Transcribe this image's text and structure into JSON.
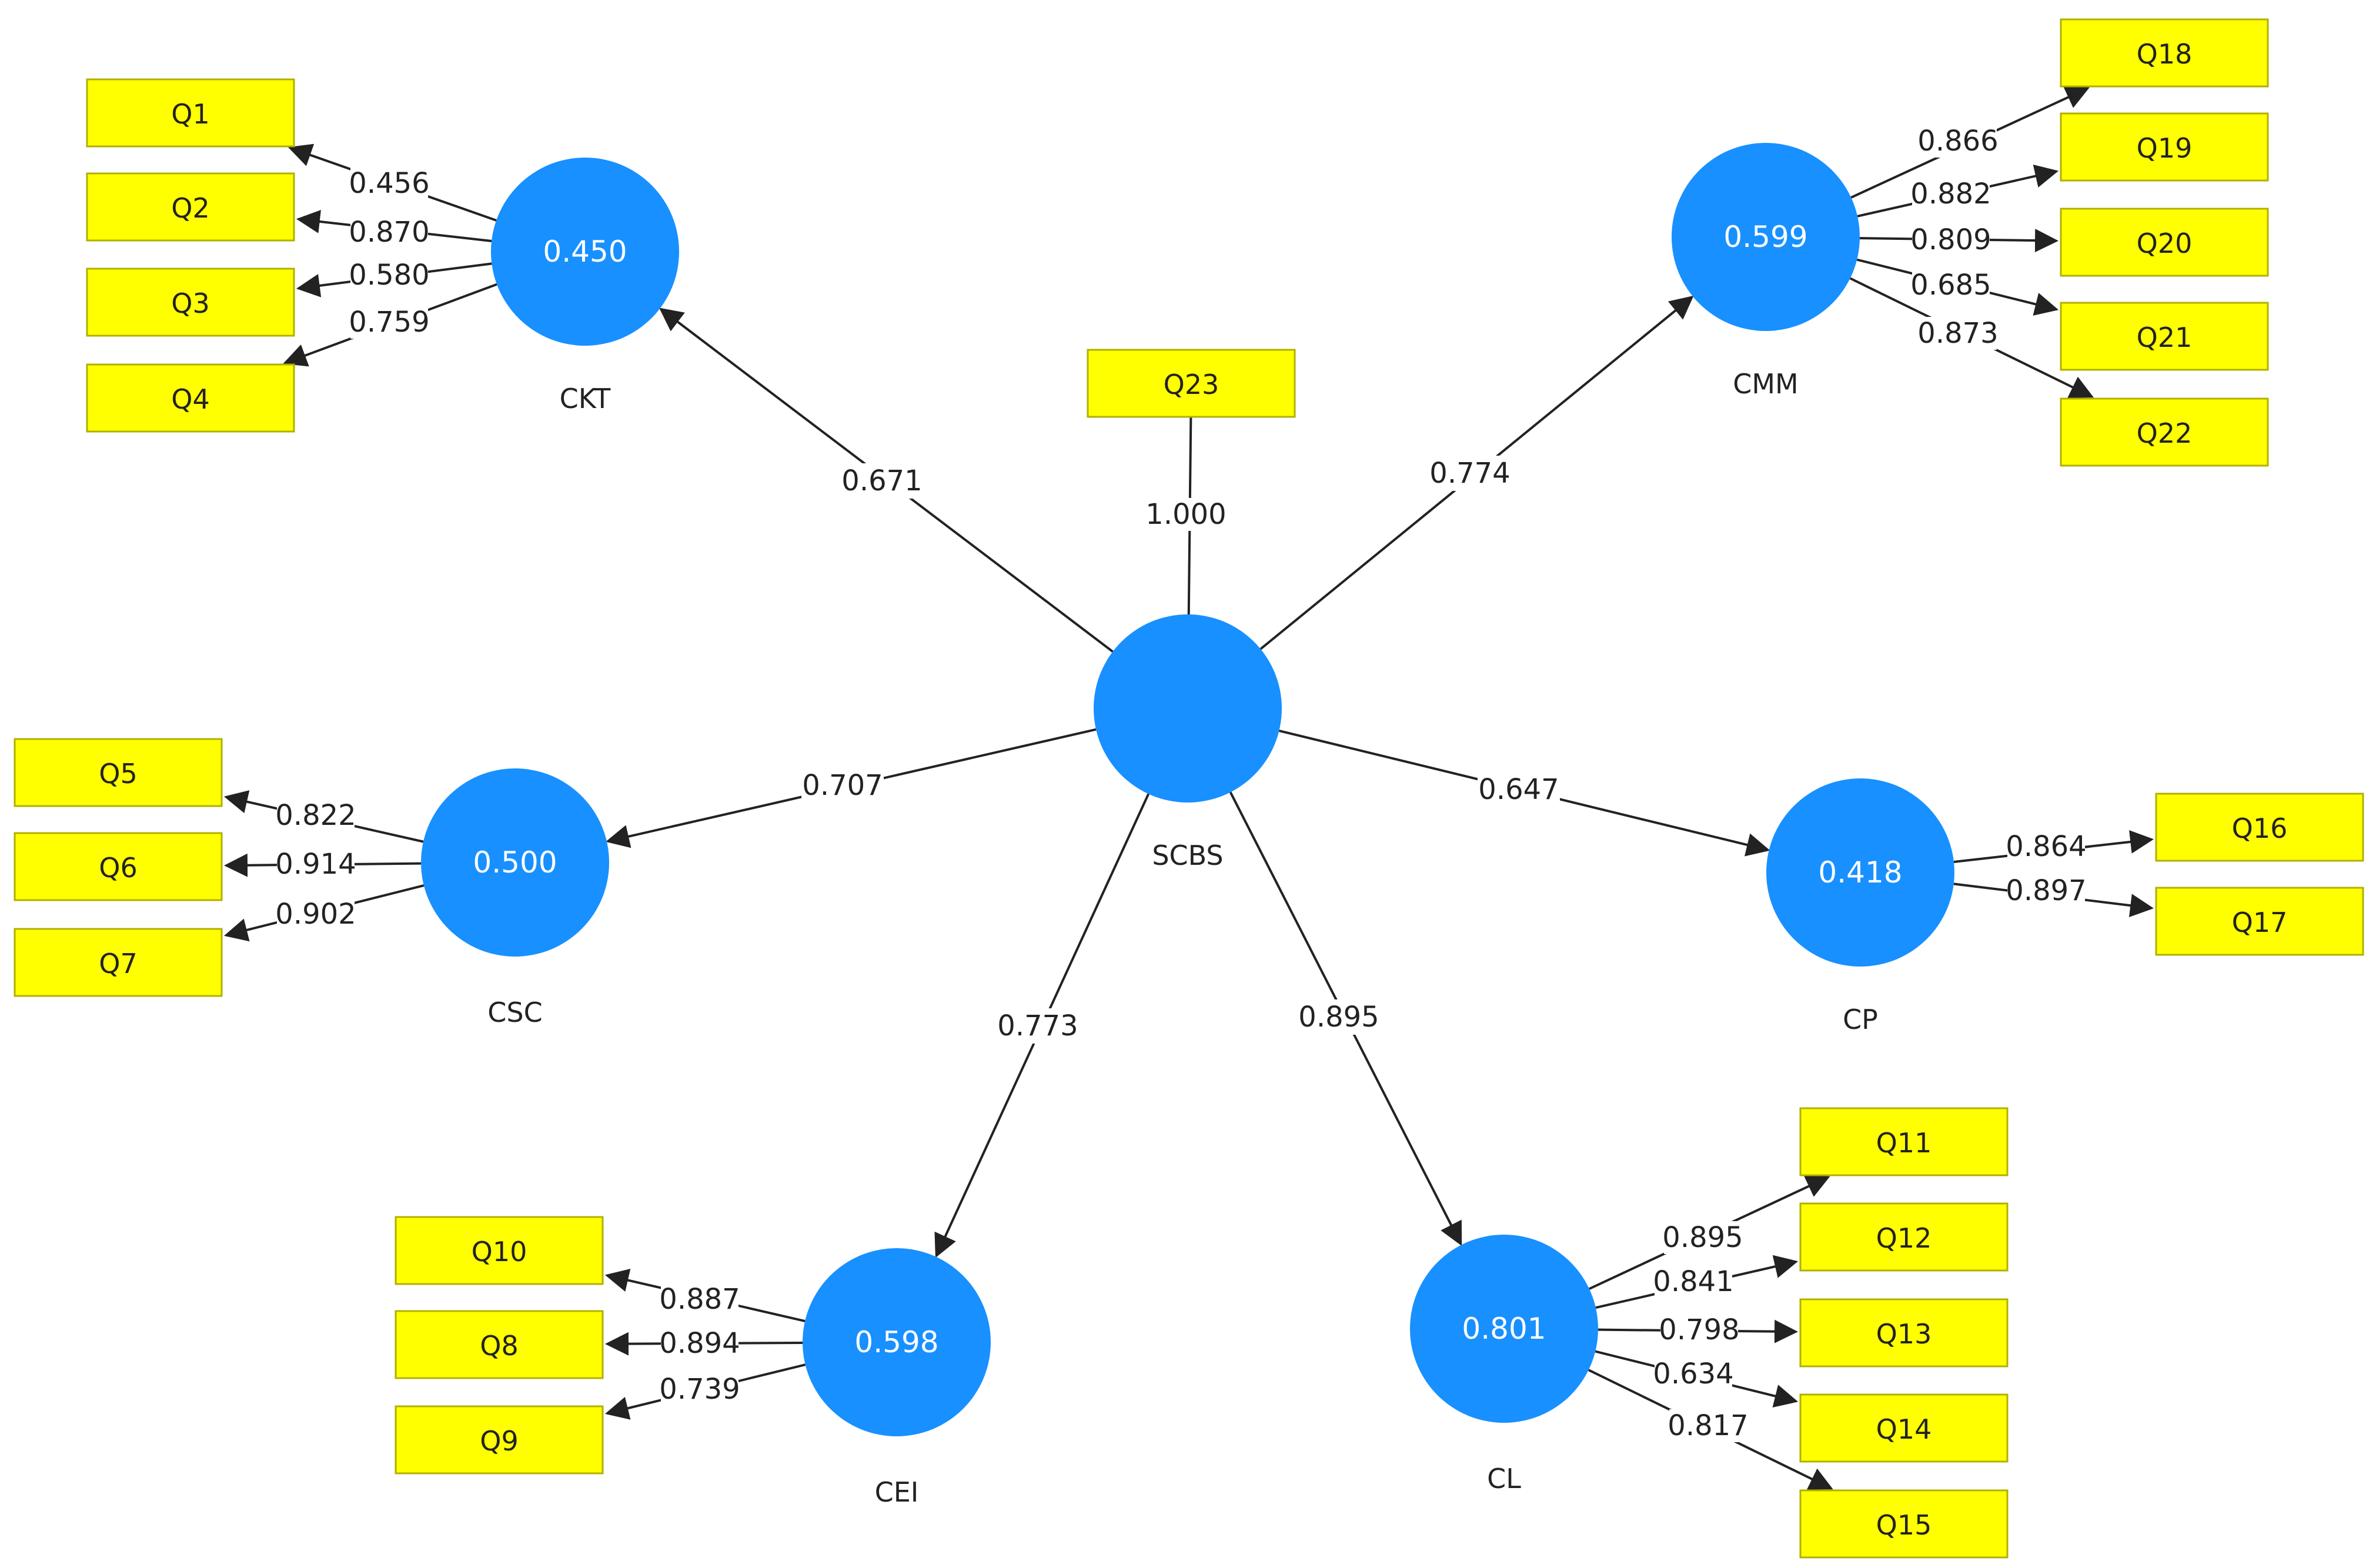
{
  "latents": [
    {
      "id": "SCBS",
      "label": "SCBS",
      "value": ""
    },
    {
      "id": "CKT",
      "label": "CKT",
      "value": "0.450"
    },
    {
      "id": "CMM",
      "label": "CMM",
      "value": "0.599"
    },
    {
      "id": "CSC",
      "label": "CSC",
      "value": "0.500"
    },
    {
      "id": "CP",
      "label": "CP",
      "value": "0.418"
    },
    {
      "id": "CEI",
      "label": "CEI",
      "value": "0.598"
    },
    {
      "id": "CL",
      "label": "CL",
      "value": "0.801"
    }
  ],
  "indicators": [
    "Q1",
    "Q2",
    "Q3",
    "Q4",
    "Q5",
    "Q6",
    "Q7",
    "Q8",
    "Q9",
    "Q10",
    "Q11",
    "Q12",
    "Q13",
    "Q14",
    "Q15",
    "Q16",
    "Q17",
    "Q18",
    "Q19",
    "Q20",
    "Q21",
    "Q22",
    "Q23"
  ],
  "structural_paths": [
    {
      "from": "SCBS",
      "to": "CKT",
      "coef": "0.671"
    },
    {
      "from": "SCBS",
      "to": "CMM",
      "coef": "0.774"
    },
    {
      "from": "SCBS",
      "to": "CSC",
      "coef": "0.707"
    },
    {
      "from": "SCBS",
      "to": "CP",
      "coef": "0.647"
    },
    {
      "from": "SCBS",
      "to": "CEI",
      "coef": "0.773"
    },
    {
      "from": "SCBS",
      "to": "CL",
      "coef": "0.895"
    }
  ],
  "loadings": [
    {
      "latent": "CKT",
      "indicator": "Q1",
      "coef": "0.456"
    },
    {
      "latent": "CKT",
      "indicator": "Q2",
      "coef": "0.870"
    },
    {
      "latent": "CKT",
      "indicator": "Q3",
      "coef": "0.580"
    },
    {
      "latent": "CKT",
      "indicator": "Q4",
      "coef": "0.759"
    },
    {
      "latent": "CMM",
      "indicator": "Q18",
      "coef": "0.866"
    },
    {
      "latent": "CMM",
      "indicator": "Q19",
      "coef": "0.882"
    },
    {
      "latent": "CMM",
      "indicator": "Q20",
      "coef": "0.809"
    },
    {
      "latent": "CMM",
      "indicator": "Q21",
      "coef": "0.685"
    },
    {
      "latent": "CMM",
      "indicator": "Q22",
      "coef": "0.873"
    },
    {
      "latent": "CSC",
      "indicator": "Q5",
      "coef": "0.822"
    },
    {
      "latent": "CSC",
      "indicator": "Q6",
      "coef": "0.914"
    },
    {
      "latent": "CSC",
      "indicator": "Q7",
      "coef": "0.902"
    },
    {
      "latent": "CP",
      "indicator": "Q16",
      "coef": "0.864"
    },
    {
      "latent": "CP",
      "indicator": "Q17",
      "coef": "0.897"
    },
    {
      "latent": "CEI",
      "indicator": "Q10",
      "coef": "0.887"
    },
    {
      "latent": "CEI",
      "indicator": "Q8",
      "coef": "0.894"
    },
    {
      "latent": "CEI",
      "indicator": "Q9",
      "coef": "0.739"
    },
    {
      "latent": "CL",
      "indicator": "Q11",
      "coef": "0.895"
    },
    {
      "latent": "CL",
      "indicator": "Q12",
      "coef": "0.841"
    },
    {
      "latent": "CL",
      "indicator": "Q13",
      "coef": "0.798"
    },
    {
      "latent": "CL",
      "indicator": "Q14",
      "coef": "0.634"
    },
    {
      "latent": "CL",
      "indicator": "Q15",
      "coef": "0.817"
    },
    {
      "latent": "SCBS",
      "indicator": "Q23",
      "coef": "1.000"
    }
  ],
  "colors": {
    "latent_fill": "#1890ff",
    "indicator_fill": "#ffff00",
    "indicator_border": "#b0b000",
    "line": "#222222"
  }
}
